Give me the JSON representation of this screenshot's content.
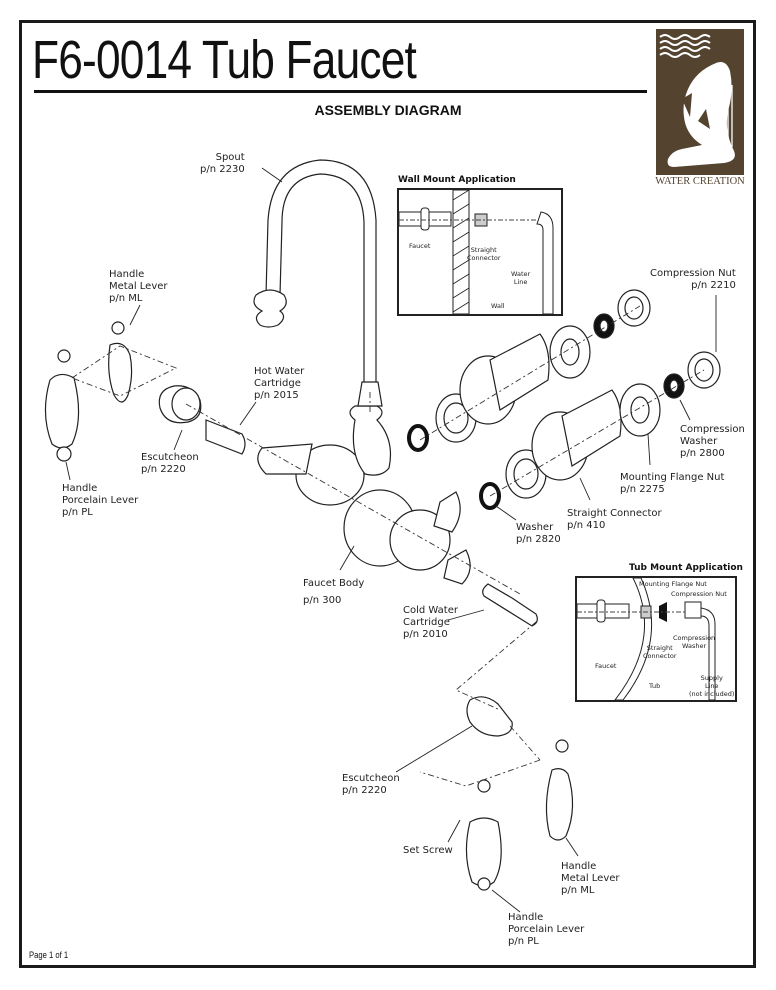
{
  "document": {
    "title": "F6-0014 Tub Faucet",
    "subtitle": "ASSEMBLY DIAGRAM",
    "footer": "Page 1 of 1",
    "brand": {
      "name": "WATER CREATION",
      "color": "#53432f"
    }
  },
  "parts": [
    {
      "id": "spout",
      "name": "Spout",
      "pn": "p/n 2230"
    },
    {
      "id": "handle-metal-top",
      "name": "Handle\nMetal Lever",
      "pn": "p/n ML"
    },
    {
      "id": "hot-cartridge",
      "name": "Hot Water\nCartridge",
      "pn": "p/n 2015"
    },
    {
      "id": "escutcheon-top",
      "name": "Escutcheon",
      "pn": "p/n 2220"
    },
    {
      "id": "handle-porcelain-top",
      "name": "Handle\nPorcelain Lever",
      "pn": "p/n PL"
    },
    {
      "id": "compression-nut",
      "name": "Compression Nut",
      "pn": "p/n 2210"
    },
    {
      "id": "compression-washer",
      "name": "Compression\nWasher",
      "pn": "p/n 2800"
    },
    {
      "id": "mounting-flange-nut",
      "name": "Mounting Flange Nut",
      "pn": "p/n 2275"
    },
    {
      "id": "straight-connector",
      "name": "Straight Connector",
      "pn": "p/n 410"
    },
    {
      "id": "washer",
      "name": "Washer",
      "pn": "p/n 2820"
    },
    {
      "id": "faucet-body",
      "name": "Faucet Body",
      "pn": "p/n 300"
    },
    {
      "id": "cold-cartridge",
      "name": "Cold Water\nCartridge",
      "pn": "p/n 2010"
    },
    {
      "id": "escutcheon-bottom",
      "name": "Escutcheon",
      "pn": "p/n 2220"
    },
    {
      "id": "set-screw",
      "name": "Set Screw",
      "pn": ""
    },
    {
      "id": "handle-metal-bottom",
      "name": "Handle\nMetal Lever",
      "pn": "p/n ML"
    },
    {
      "id": "handle-porcelain-bottom",
      "name": "Handle\nPorcelain Lever",
      "pn": "p/n PL"
    }
  ],
  "wall_mount": {
    "title": "Wall Mount Application",
    "labels": {
      "faucet": "Faucet",
      "connector": "Straight\nConnector",
      "water_line": "Water\nLine",
      "wall": "Wall"
    }
  },
  "tub_mount": {
    "title": "Tub Mount Application",
    "labels": {
      "flange_nut": "Mounting Flange Nut",
      "comp_nut": "Compression Nut",
      "comp_washer": "Compression\nWasher",
      "connector": "Straight\nConnector",
      "faucet": "Faucet",
      "tub": "Tub",
      "supply": "Supply\nLine\n(not included)"
    }
  }
}
